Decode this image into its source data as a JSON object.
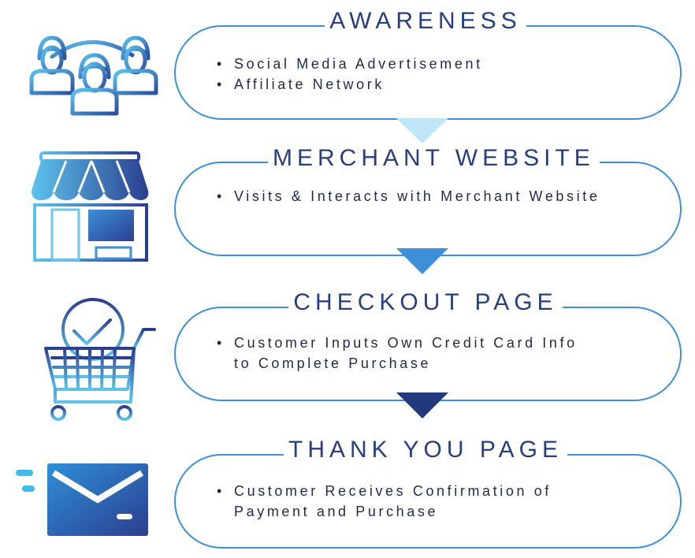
{
  "steps": [
    {
      "title": "AWARENESS",
      "bullets": [
        "Social Media Advertisement",
        "Affiliate Network"
      ],
      "icon": "people-group-icon"
    },
    {
      "title": "MERCHANT WEBSITE",
      "bullets": [
        "Visits & Interacts with Merchant Website"
      ],
      "icon": "storefront-icon"
    },
    {
      "title": "CHECKOUT PAGE",
      "bullets": [
        "Customer Inputs Own Credit Card Info to Complete Purchase"
      ],
      "icon": "shopping-cart-check-icon"
    },
    {
      "title": "THANK YOU PAGE",
      "bullets": [
        "Customer Receives Confirmation of Payment and Purchase"
      ],
      "icon": "email-envelope-icon"
    }
  ],
  "colors": {
    "pill_border": "#3d8fd9",
    "title_text": "#273f7e",
    "arrow_1": "#bfe6f8",
    "arrow_2": "#3d8fd9",
    "arrow_3": "#22397e"
  }
}
